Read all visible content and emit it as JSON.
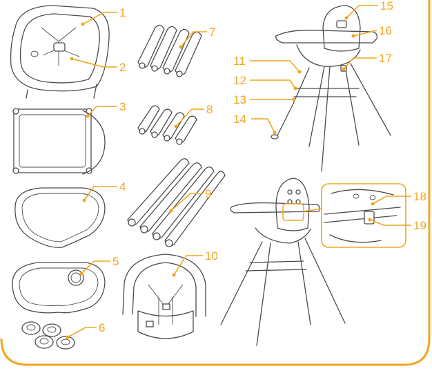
{
  "callouts": [
    {
      "id": "c1",
      "label": "1"
    },
    {
      "id": "c2",
      "label": "2"
    },
    {
      "id": "c3",
      "label": "3"
    },
    {
      "id": "c4",
      "label": "4"
    },
    {
      "id": "c5",
      "label": "5"
    },
    {
      "id": "c6",
      "label": "6"
    },
    {
      "id": "c7",
      "label": "7"
    },
    {
      "id": "c8",
      "label": "8"
    },
    {
      "id": "c9",
      "label": "9"
    },
    {
      "id": "c10",
      "label": "10"
    },
    {
      "id": "c11",
      "label": "11"
    },
    {
      "id": "c12",
      "label": "12"
    },
    {
      "id": "c13",
      "label": "13"
    },
    {
      "id": "c14",
      "label": "14"
    },
    {
      "id": "c15",
      "label": "15"
    },
    {
      "id": "c16",
      "label": "16"
    },
    {
      "id": "c17",
      "label": "17"
    },
    {
      "id": "c18",
      "label": "18"
    },
    {
      "id": "c19",
      "label": "19"
    }
  ],
  "colors": {
    "accent": "#f2a51f",
    "line": "#4a4a4a",
    "background": "#ffffff"
  }
}
